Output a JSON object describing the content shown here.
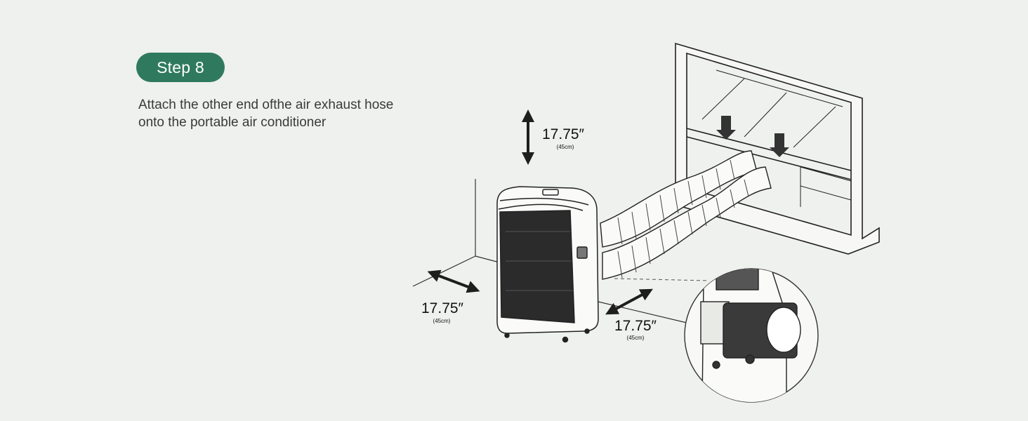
{
  "step": {
    "label": "Step 8"
  },
  "instruction": {
    "line1": "Attach the other end ofthe air exhaust hose",
    "line2": "onto the portable air conditioner"
  },
  "dimensions": [
    {
      "id": "top",
      "value": "17.75″",
      "metric": "(45cm)"
    },
    {
      "id": "left",
      "value": "17.75″",
      "metric": "(45cm)"
    },
    {
      "id": "right",
      "value": "17.75″",
      "metric": "(45cm)"
    }
  ],
  "colors": {
    "accent": "#2f7a5f",
    "background": "#eef1ed",
    "ink": "#1e1e1e"
  }
}
